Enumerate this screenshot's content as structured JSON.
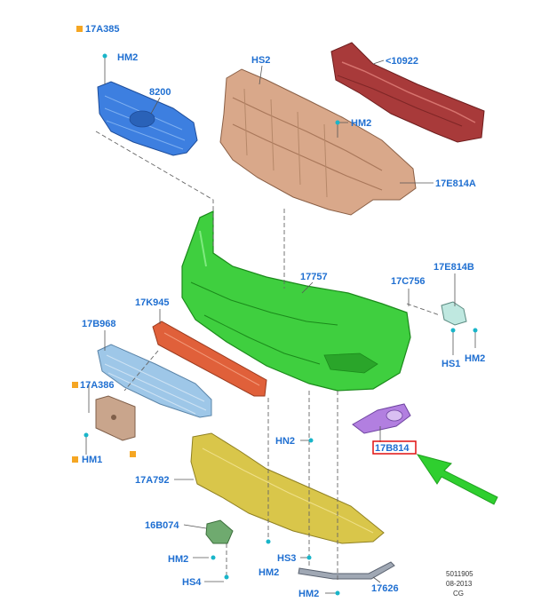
{
  "labels": {
    "l_17a385": "17A385",
    "l_hm2_a": "HM2",
    "l_8200": "8200",
    "l_hs2": "HS2",
    "l_10922": "<10922",
    "l_hm2_b": "HM2",
    "l_17e814a": "17E814A",
    "l_17757": "17757",
    "l_17e814b": "17E814B",
    "l_17c756": "17C756",
    "l_17k945": "17K945",
    "l_17b968": "17B968",
    "l_hs1": "HS1",
    "l_hm2_c": "HM2",
    "l_17a386": "17A386",
    "l_hn2": "HN2",
    "l_17b814": "17B814",
    "l_hm1": "HM1",
    "l_17a792": "17A792",
    "l_16b074": "16B074",
    "l_hm2_d": "HM2",
    "l_hm2_e": "HM2",
    "l_hs3": "HS3",
    "l_hs4": "HS4",
    "l_hm2_f": "HM2",
    "l_17626": "17626"
  },
  "reference": {
    "number": "5011905",
    "date": "08-2013",
    "code": "CG"
  },
  "colors": {
    "label_text": "#1f6fd1",
    "highlight_box": "#e01010",
    "arrow": "#2fcf2f",
    "marker": "#f5a623",
    "bumper_cover": "#3fcf3f",
    "grille_upper": "#3d7fe0",
    "bracket_upper": "#d9a88a",
    "reinforcement": "#a83a3a",
    "grille_lower_strip": "#e0603a",
    "grille_lower": "#9ec7e8",
    "splash_shield": "#d9c64a",
    "fog_lamp_bezel": "#b27fe0"
  }
}
